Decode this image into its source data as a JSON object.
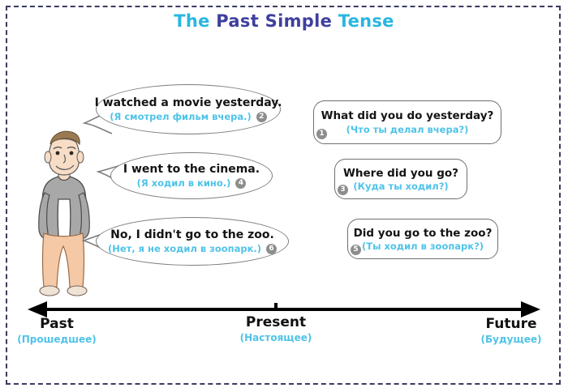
{
  "page": {
    "title_part1": "The ",
    "title_part2": "Past Simple ",
    "title_part3": "Tense",
    "border_color": "#3b3b63",
    "accent_cyan": "#4fc3e8",
    "accent_indigo": "#3f3f9e"
  },
  "character": {
    "name": "cartoon-man",
    "hair_color": "#9a7a52",
    "skin_color": "#f7ddc6",
    "shirt_color": "#a8a8a8",
    "pants_color": "#f5c9a6",
    "shoe_color": "#efe3d6"
  },
  "answers": [
    {
      "id": "answer-watched-movie",
      "en": "I watched a movie yesterday.",
      "ru": "(Я смотрел фильм вчера.)",
      "badge": "2"
    },
    {
      "id": "answer-went-cinema",
      "en": "I went to the cinema.",
      "ru": "(Я ходил в кино.)",
      "badge": "4"
    },
    {
      "id": "answer-didnt-go-zoo",
      "en": "No, I didn't go to the zoo.",
      "ru": "(Нет, я не ходил в зоопарк.)",
      "badge": "6"
    }
  ],
  "questions": [
    {
      "id": "question-what-did-you-do",
      "en": "What did you do yesterday?",
      "ru": "(Что ты делал вчера?)",
      "badge": "1"
    },
    {
      "id": "question-where-did-you-go",
      "en": "Where did you go?",
      "ru": "(Куда ты ходил?)",
      "badge": "3"
    },
    {
      "id": "question-did-you-go-zoo",
      "en": "Did you go to the zoo?",
      "ru": "(Ты ходил в зоопарк?)",
      "badge": "5"
    }
  ],
  "timeline": {
    "points": [
      {
        "id": "timeline-past",
        "en": "Past",
        "ru": "(Прошедшее)"
      },
      {
        "id": "timeline-present",
        "en": "Present",
        "ru": "(Настоящее)"
      },
      {
        "id": "timeline-future",
        "en": "Future",
        "ru": "(Будущее)"
      }
    ]
  }
}
